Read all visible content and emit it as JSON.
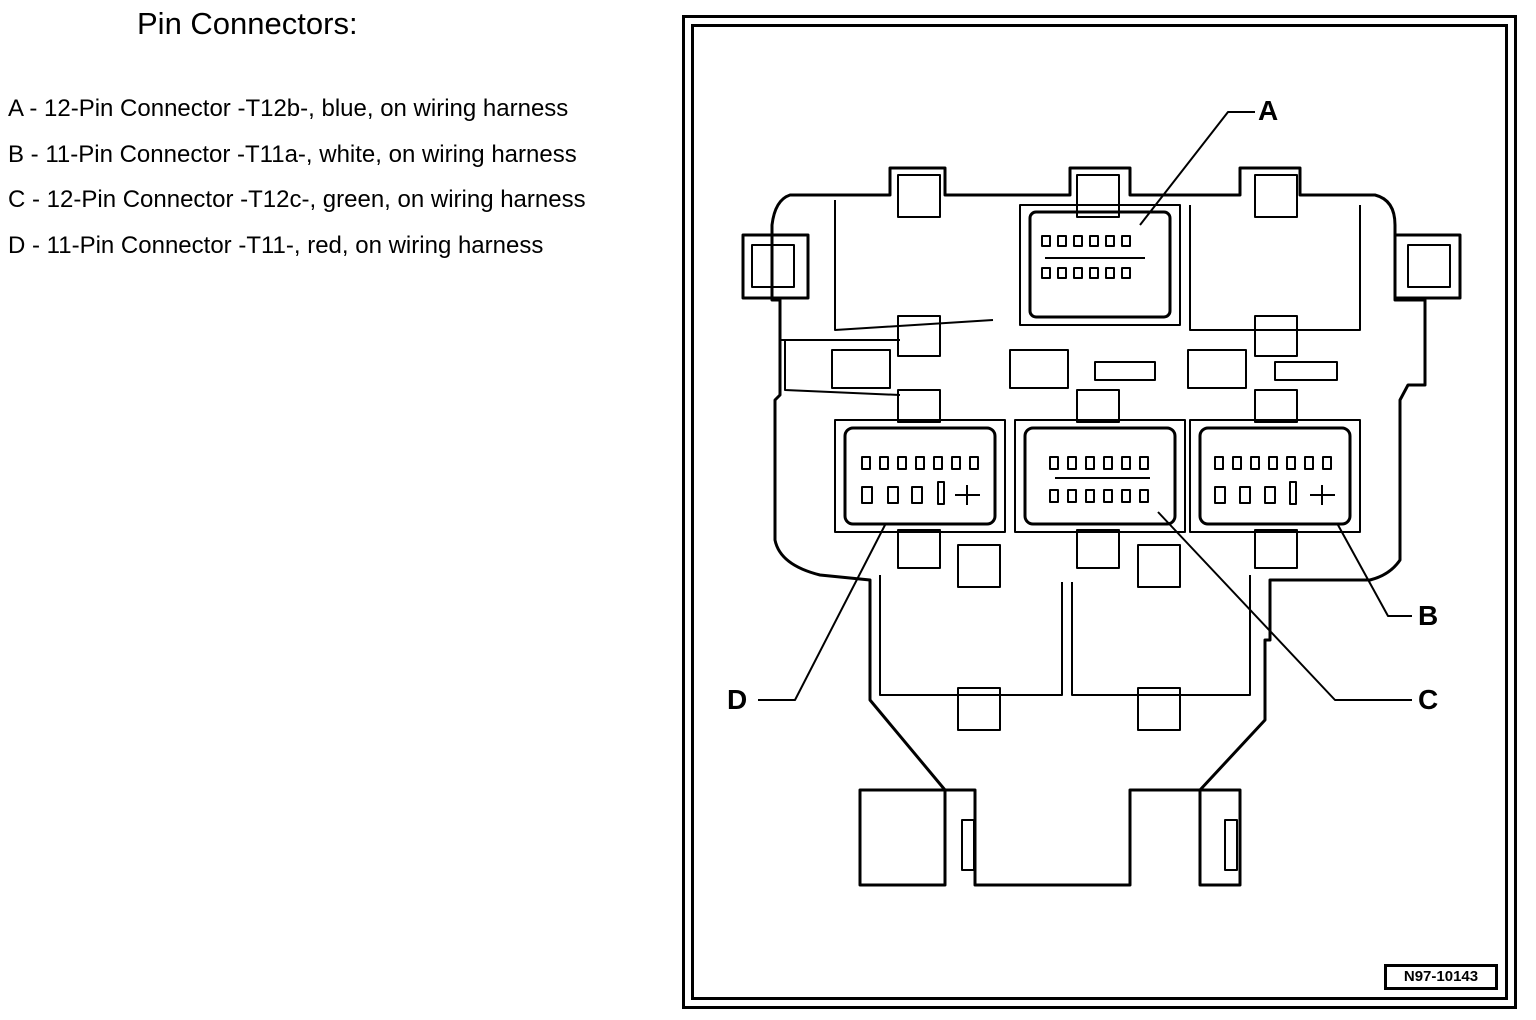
{
  "title": "Pin Connectors:",
  "legend": [
    {
      "text": "A - 12-Pin Connector -T12b-, blue, on wiring harness"
    },
    {
      "text": "B - 11-Pin Connector -T11a-, white, on wiring harness"
    },
    {
      "text": "C - 12-Pin Connector -T12c-, green, on wiring harness"
    },
    {
      "text": "D - 11-Pin Connector -T11-, red, on wiring harness"
    }
  ],
  "callouts": {
    "a": "A",
    "b": "B",
    "c": "C",
    "d": "D"
  },
  "figure_ref": "N97-10143"
}
